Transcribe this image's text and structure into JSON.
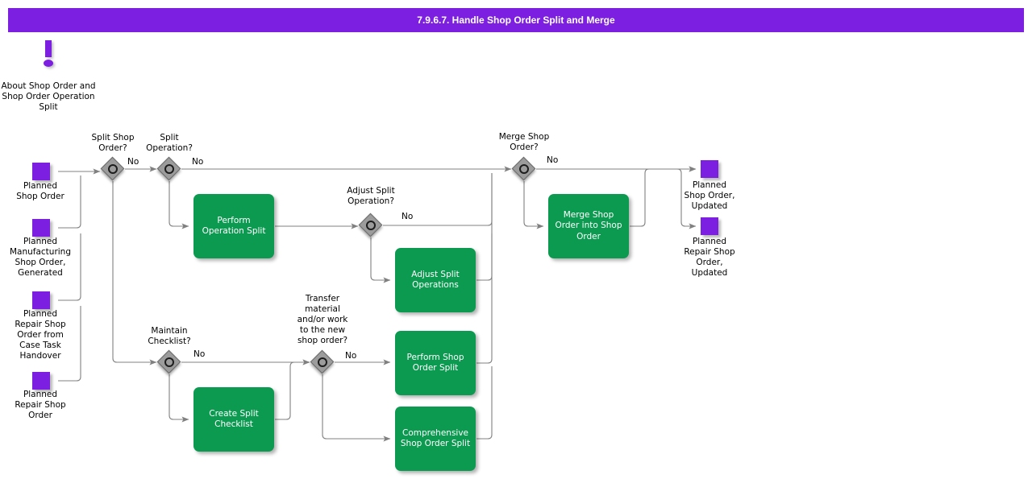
{
  "header": {
    "title": "7.9.6.7. Handle Shop Order Split and Merge",
    "bar_color": "#7D1FE0"
  },
  "theme": {
    "task_green": "#0C9A51",
    "data_purple": "#7D1FE0",
    "gateway_grey": "#9C9C9C",
    "connector_grey": "#808080",
    "text_black": "#000000",
    "task_text": "#FFFFFF"
  },
  "annotation": {
    "icon": "exclamation-icon",
    "label": "About Shop Order and Shop Order Operation Split"
  },
  "input_data_objects": [
    {
      "id": "planned-shop-order",
      "label": "Planned\nShop Order"
    },
    {
      "id": "planned-manufacturing-shop-order-generated",
      "label": "Planned\nManufacturing\nShop Order,\nGenerated"
    },
    {
      "id": "planned-repair-shop-order-from-case-task-handover",
      "label": "Planned\nRepair Shop\nOrder from\nCase Task\nHandover"
    },
    {
      "id": "planned-repair-shop-order",
      "label": "Planned\nRepair Shop\nOrder"
    }
  ],
  "output_data_objects": [
    {
      "id": "planned-shop-order-updated",
      "label": "Planned\nShop Order,\nUpdated"
    },
    {
      "id": "planned-repair-shop-order-updated",
      "label": "Planned\nRepair Shop\nOrder,\nUpdated"
    }
  ],
  "gateways": [
    {
      "id": "split-shop-order",
      "label": "Split Shop\nOrder?",
      "no_label": "No"
    },
    {
      "id": "split-operation",
      "label": "Split\nOperation?",
      "no_label": "No"
    },
    {
      "id": "adjust-split-operation",
      "label": "Adjust Split\nOperation?",
      "no_label": "No"
    },
    {
      "id": "merge-shop-order",
      "label": "Merge Shop\nOrder?",
      "no_label": "No"
    },
    {
      "id": "maintain-checklist",
      "label": "Maintain\nChecklist?",
      "no_label": "No"
    },
    {
      "id": "transfer-material",
      "label": "Transfer\nmaterial\nand/or work\nto the new\nshop order?",
      "no_label": "No"
    }
  ],
  "tasks": [
    {
      "id": "perform-operation-split",
      "label": "Perform\nOperation Split"
    },
    {
      "id": "adjust-split-operations",
      "label": "Adjust Split\nOperations"
    },
    {
      "id": "merge-shop-order-into-shop-order",
      "label": "Merge Shop\nOrder into Shop\nOrder"
    },
    {
      "id": "create-split-checklist",
      "label": "Create Split\nChecklist"
    },
    {
      "id": "perform-shop-order-split",
      "label": "Perform Shop\nOrder Split"
    },
    {
      "id": "comprehensive-shop-order-split",
      "label": "Comprehensive\nShop Order Split"
    }
  ]
}
